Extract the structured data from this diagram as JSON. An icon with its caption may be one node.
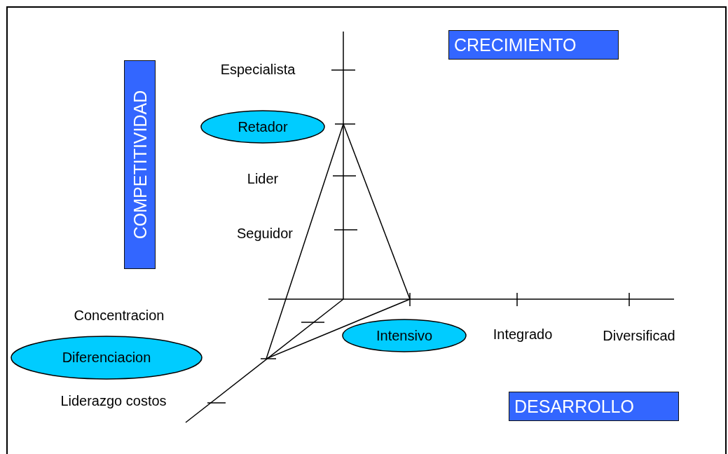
{
  "diagram": {
    "nodes": [
      {
        "text": [
          "CRECIMIENTO"
        ]
      },
      {
        "text": [
          "COMPETITIVIDAD"
        ]
      },
      {
        "text": [
          "Retador"
        ]
      },
      {
        "text": [
          "Diferenciacion"
        ]
      },
      {
        "text": [
          "Intensivo"
        ]
      },
      {
        "text": [
          "DESARROLLO"
        ]
      }
    ],
    "edges": [],
    "labels": [
      "Especialista",
      "Lider",
      "Seguidor",
      "Concentracion",
      "Integrado",
      "Diversificad",
      "Liderazgo costos"
    ]
  }
}
